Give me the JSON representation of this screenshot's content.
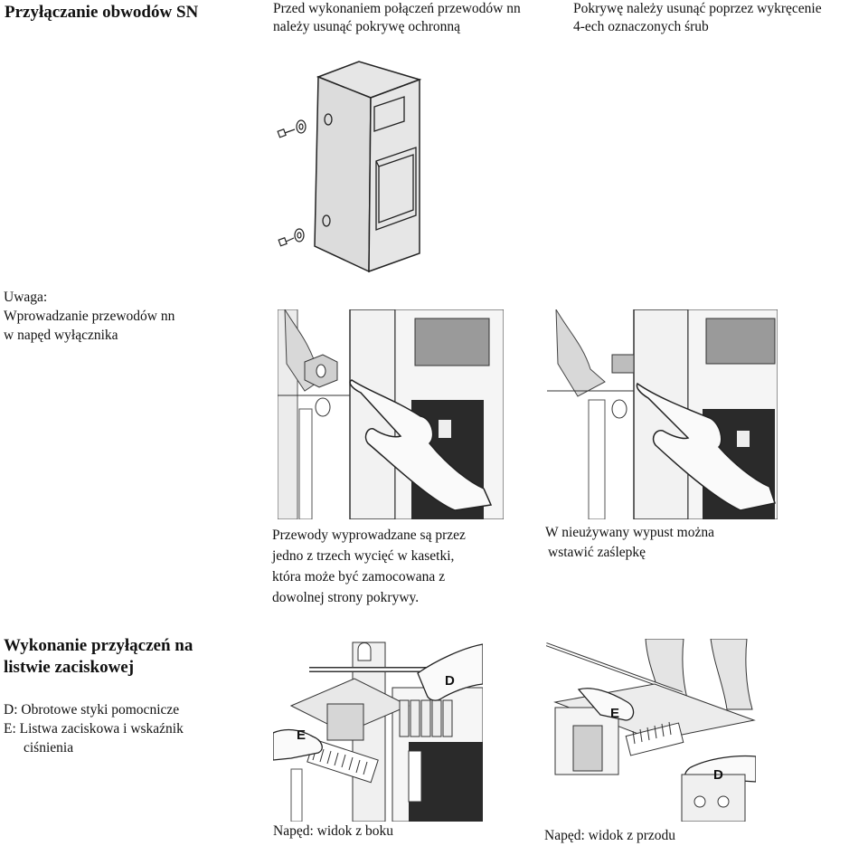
{
  "section1": {
    "title": "Przyłączanie obwodów SN",
    "caption_left": [
      "Przed wykonaniem połączeń przewodów nn",
      "należy usunąć pokrywę ochronną"
    ],
    "caption_right": [
      "Pokrywę należy usunąć poprzez wykręcenie",
      "4-ech oznaczonych śrub"
    ]
  },
  "note": {
    "lines": [
      "Uwaga:",
      "Wprowadzanie przewodów nn",
      "w napęd wyłącznika"
    ]
  },
  "figure_captions": {
    "middle_left": [
      "Przewody wyprowadzane są przez",
      "jedno z trzech wycięć w kasetki,",
      "która może być zamocowana z",
      "dowolnej strony pokrywy."
    ],
    "middle_right": [
      "W nieużywany wypust można",
      "wstawić zaślepkę"
    ]
  },
  "section2": {
    "title": [
      "Wykonanie przyłączeń na",
      "listwie zaciskowej"
    ],
    "legend": [
      "D:  Obrotowe styki pomocnicze",
      "E:  Listwa zaciskowa i wskaźnik",
      "ciśnienia"
    ],
    "caption_left": "Napęd: widok z boku",
    "caption_right": "Napęd: widok z przodu",
    "labels": {
      "d": "D",
      "e": "E"
    }
  }
}
